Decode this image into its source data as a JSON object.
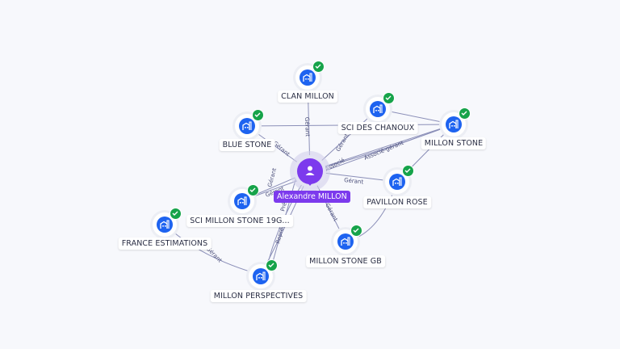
{
  "center_person": {
    "name": "Alexandre MILLON",
    "icon": "person-icon",
    "color": "#7c3aed"
  },
  "companies": [
    {
      "name": "CLAN MILLON",
      "icon": "building-icon",
      "verified": true
    },
    {
      "name": "SCI DES CHANOUX",
      "icon": "building-icon",
      "verified": true
    },
    {
      "name": "BLUE STONE",
      "icon": "building-icon",
      "verified": true
    },
    {
      "name": "MILLON STONE",
      "icon": "building-icon",
      "verified": true
    },
    {
      "name": "PAVILLON ROSE",
      "icon": "building-icon",
      "verified": true
    },
    {
      "name": "SCI MILLON STONE 19G...",
      "icon": "building-icon",
      "verified": true
    },
    {
      "name": "FRANCE ESTIMATIONS",
      "icon": "building-icon",
      "verified": true
    },
    {
      "name": "MILLON STONE GB",
      "icon": "building-icon",
      "verified": true
    },
    {
      "name": "MILLON PERSPECTIVES",
      "icon": "building-icon",
      "verified": true
    }
  ],
  "edge_labels": {
    "clan": "Gérant",
    "chanoux": "Gérant",
    "bluestone": "Gérant",
    "millonstone_assoc": "Associé-gérant",
    "millonstone_assoc2": "Associé",
    "pavillon": "Gérant",
    "sci19": "Gérant",
    "stonegb": "Gérant",
    "perspectives_rep": "Représ...",
    "perspectives_ger": "Gérant",
    "perspectives_pres": "Prés...",
    "france": "Gérant"
  },
  "colors": {
    "accent": "#1e63f0",
    "verified": "#16a34a",
    "edge": "#8b8fb8"
  }
}
